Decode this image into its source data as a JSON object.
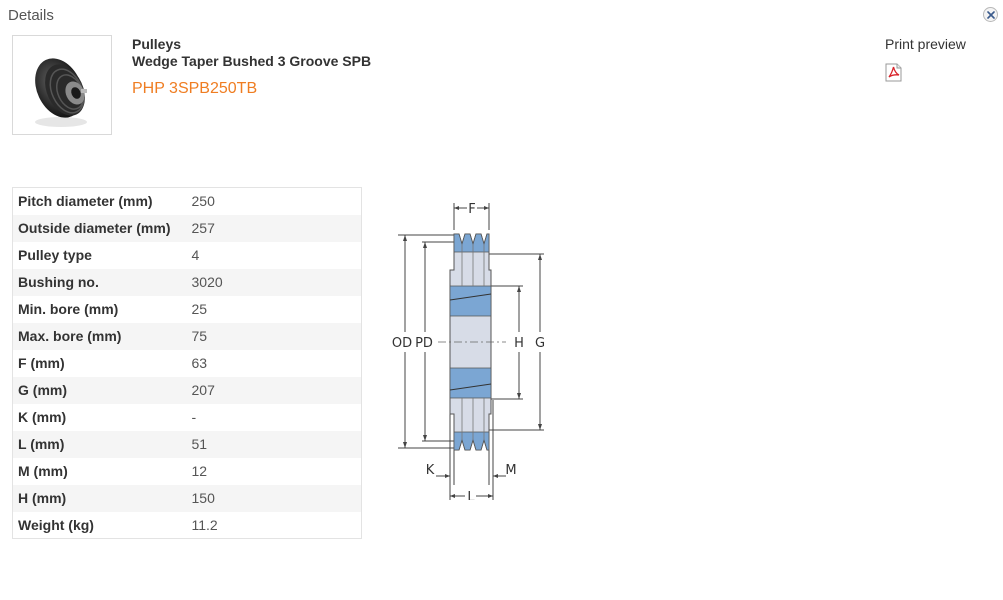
{
  "header": {
    "title": "Details"
  },
  "product": {
    "category": "Pulleys",
    "name": "Wedge Taper Bushed 3 Groove SPB",
    "code": "PHP 3SPB250TB"
  },
  "print_preview": {
    "label": "Print preview",
    "icon": "pdf-icon"
  },
  "specs": [
    {
      "label": "Pitch diameter (mm)",
      "value": "250"
    },
    {
      "label": "Outside diameter (mm)",
      "value": "257"
    },
    {
      "label": "Pulley type",
      "value": "4"
    },
    {
      "label": "Bushing no.",
      "value": "3020"
    },
    {
      "label": "Min. bore (mm)",
      "value": "25"
    },
    {
      "label": "Max. bore (mm)",
      "value": "75"
    },
    {
      "label": "F (mm)",
      "value": "63"
    },
    {
      "label": "G (mm)",
      "value": "207"
    },
    {
      "label": "K (mm)",
      "value": "-"
    },
    {
      "label": "L (mm)",
      "value": "51"
    },
    {
      "label": "M (mm)",
      "value": "12"
    },
    {
      "label": "H (mm)",
      "value": "150"
    },
    {
      "label": "Weight (kg)",
      "value": "11.2"
    }
  ],
  "drawing": {
    "labels": {
      "F": "F",
      "OD": "OD",
      "PD": "PD",
      "H": "H",
      "G": "G",
      "K": "K",
      "M": "M",
      "L": "L"
    }
  },
  "colors": {
    "accent": "#ef7d22",
    "bush_blue": "#7ba6d3",
    "body_grey": "#d7dce7"
  }
}
